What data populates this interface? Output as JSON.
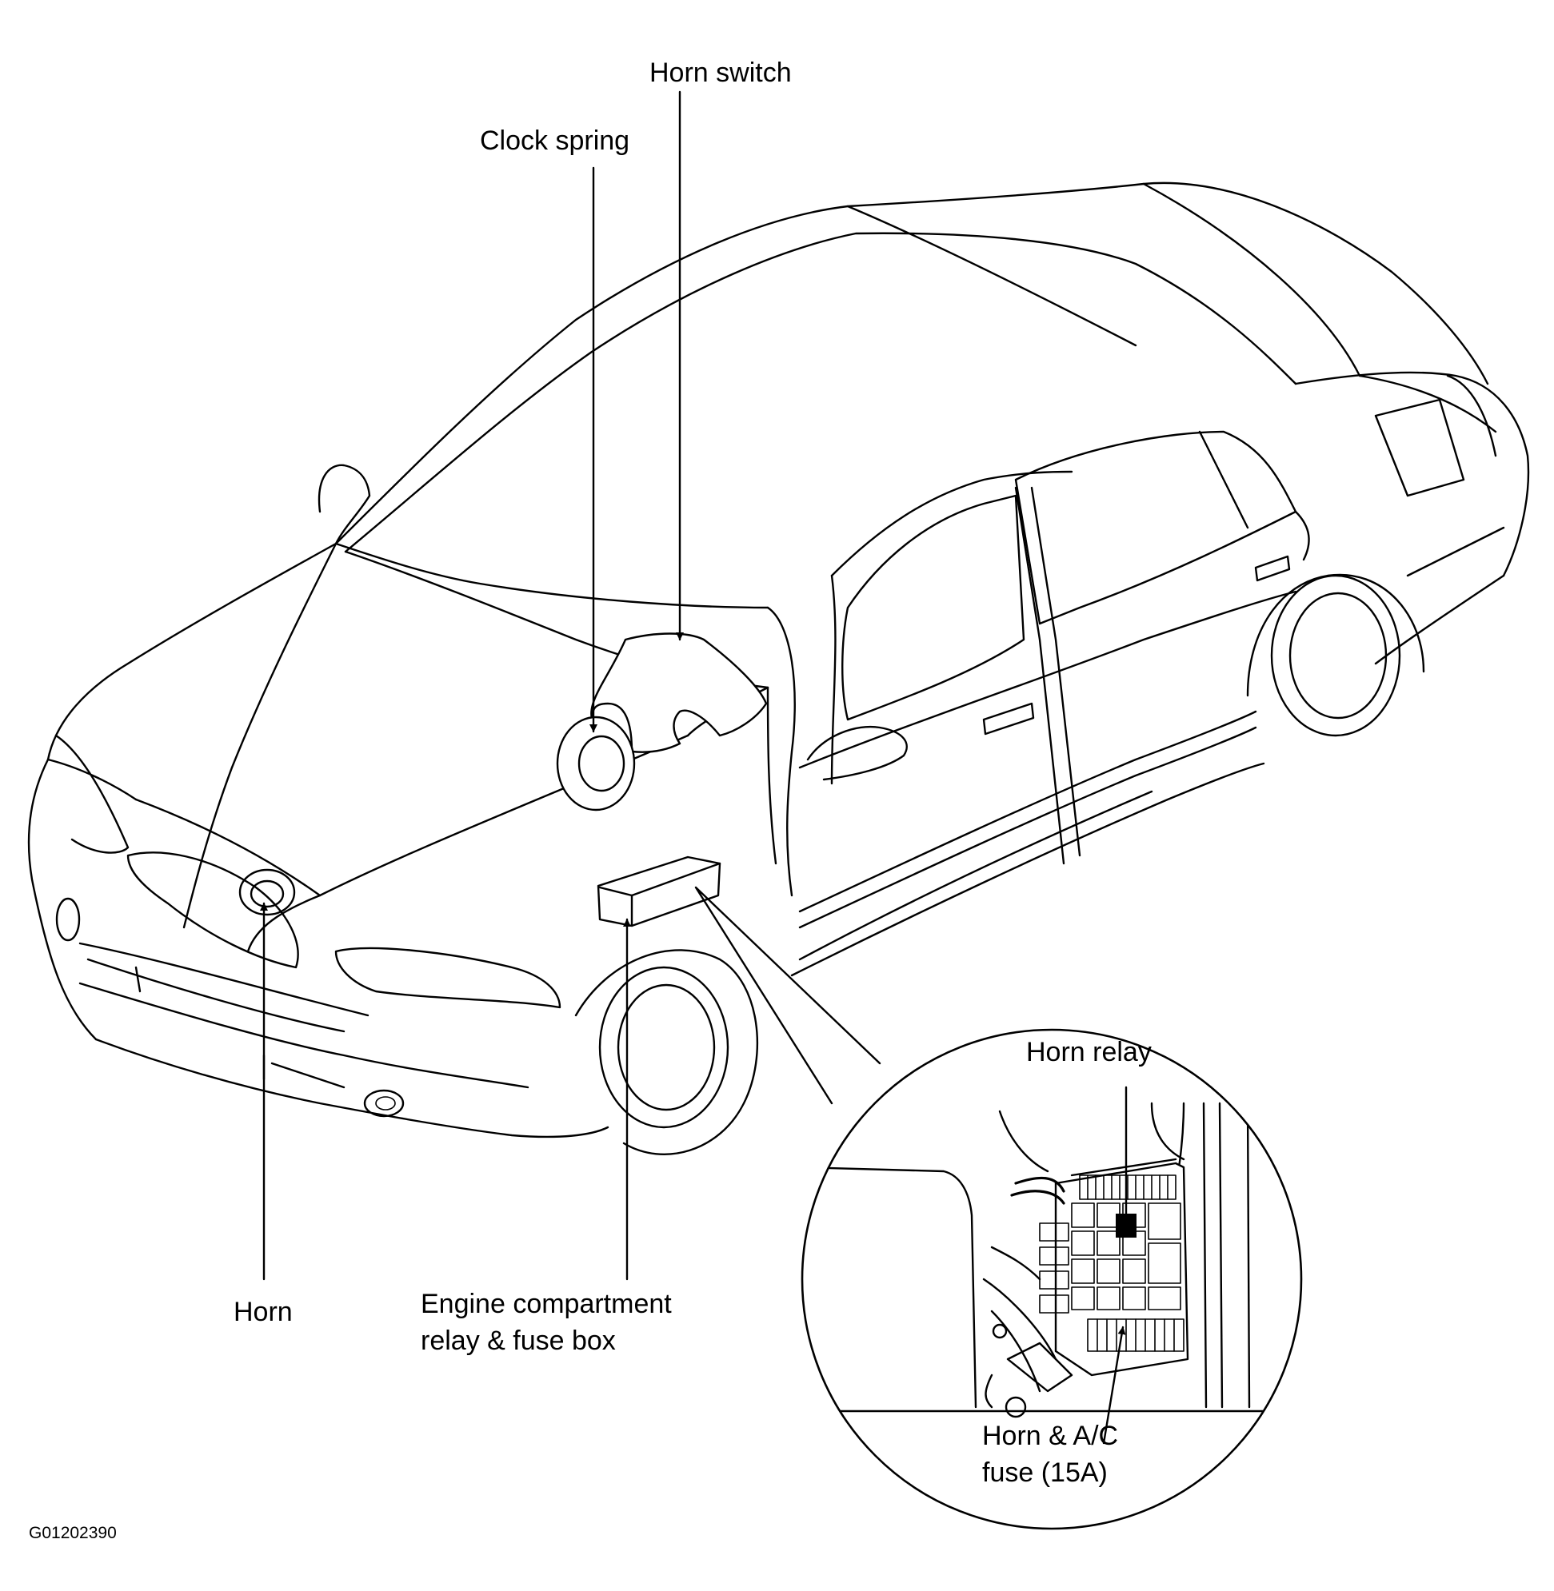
{
  "labels": {
    "horn_switch": "Horn switch",
    "clock_spring": "Clock spring",
    "horn": "Horn",
    "fuse_box_line1": "Engine compartment",
    "fuse_box_line2": "relay & fuse box",
    "horn_relay": "Horn relay",
    "horn_ac_fuse_line1": "Horn & A/C",
    "horn_ac_fuse_line2": "fuse (15A)",
    "figure_code": "G01202390"
  }
}
